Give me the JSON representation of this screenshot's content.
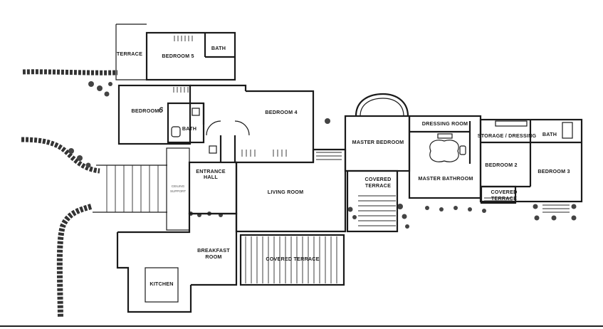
{
  "plan": {
    "rooms": {
      "terrace": "TERRACE",
      "bedroom5": "BEDROOM 5",
      "bath_top": "BATH",
      "bedroom6_text": "BEDROOM",
      "bedroom6_num": "6",
      "bath_mid": "BATH",
      "bedroom4": "BEDROOM 4",
      "entrance_1": "ENTRANCE",
      "entrance_2": "HALL",
      "living_room": "LIVING ROOM",
      "master_bedroom": "MASTER BEDROOM",
      "covered_terrace_mid_1": "COVERED",
      "covered_terrace_mid_2": "TERRACE",
      "dressing_room": "DRESSING ROOM",
      "master_bathroom": "MASTER BATHROOM",
      "storage_dressing": "STORAGE / DRESSING",
      "bath_right": "BATH",
      "bedroom2": "BEDROOM 2",
      "bedroom3": "BEDROOM 3",
      "covered_terrace_right_1": "COVERED",
      "covered_terrace_right_2": "TERRACE",
      "breakfast_1": "BREAKFAST",
      "breakfast_2": "ROOM",
      "covered_terrace_bottom": "COVERED TERRACE",
      "kitchen": "KITCHEN",
      "annotation_1": "CEILING",
      "annotation_2": "SUPPORT"
    },
    "colors": {
      "ink": "#1a1a1a",
      "paper": "#ffffff"
    }
  }
}
